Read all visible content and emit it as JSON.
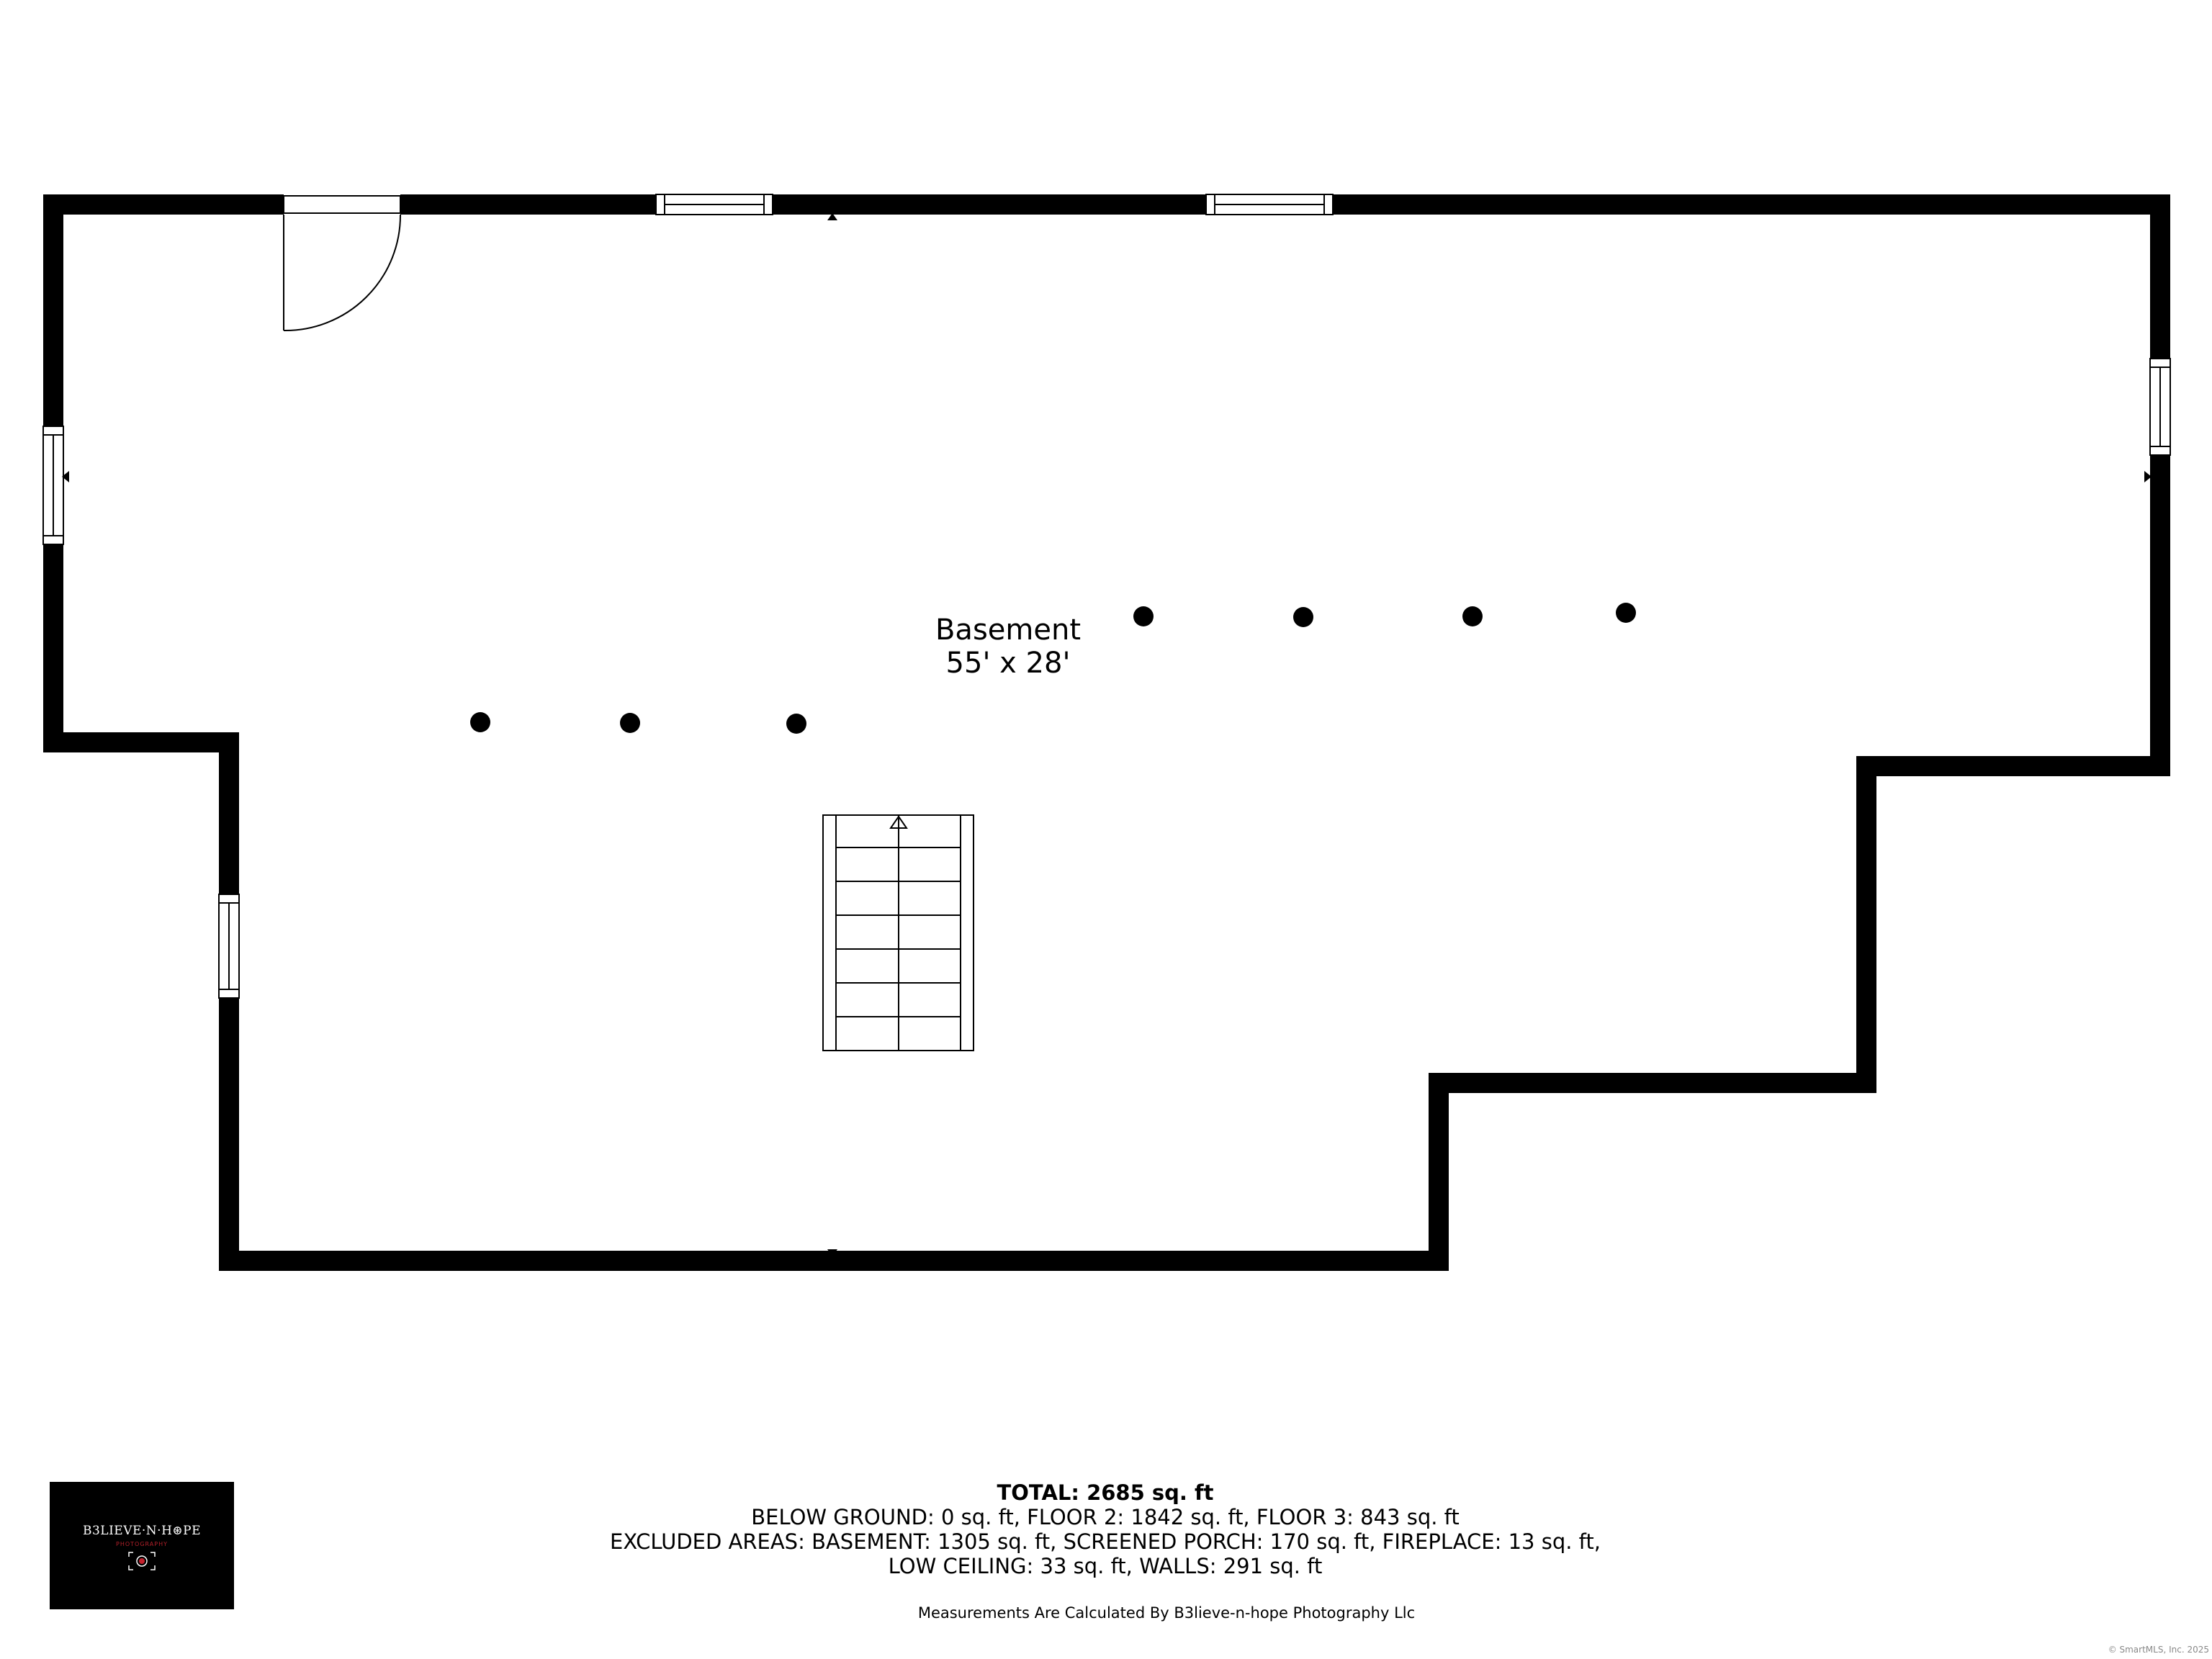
{
  "room": {
    "name": "Basement",
    "dimensions": "55' x 28'"
  },
  "summary": {
    "total": "TOTAL: 2685 sq. ft",
    "line1": "BELOW GROUND: 0 sq. ft, FLOOR 2: 1842 sq. ft, FLOOR 3: 843 sq. ft",
    "line2": "EXCLUDED AREAS: BASEMENT: 1305 sq. ft, SCREENED PORCH: 170 sq. ft, FIREPLACE: 13 sq. ft,",
    "line3": "LOW CEILING: 33 sq. ft, WALLS: 291 sq. ft"
  },
  "credit": "Measurements Are Calculated By B3lieve-n-hope Photography Llc",
  "logo": {
    "name": "B3LIEVE·N·H⊛PE",
    "tagline": "PHOTOGRAPHY"
  },
  "copyright": "© SmartMLS, Inc. 2025"
}
